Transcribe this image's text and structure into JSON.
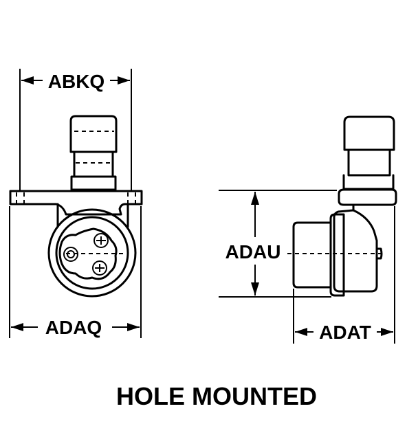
{
  "dimensions": {
    "abkq": "ABKQ",
    "adaq": "ADAQ",
    "adau": "ADAU",
    "adat": "ADAT"
  },
  "caption": "HOLE MOUNTED",
  "colors": {
    "line": "#000000",
    "background": "#ffffff"
  }
}
